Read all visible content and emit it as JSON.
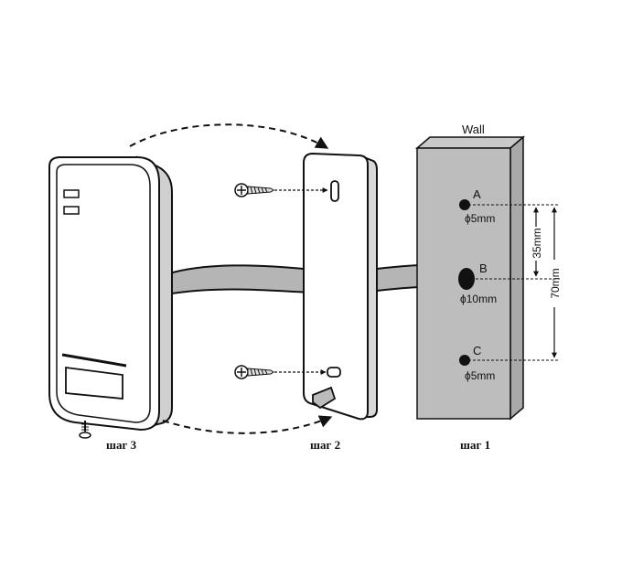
{
  "wall": {
    "label": "Wall"
  },
  "holes": [
    {
      "id": "A",
      "diameter": "ϕ5mm"
    },
    {
      "id": "B",
      "diameter": "ϕ10mm"
    },
    {
      "id": "C",
      "diameter": "ϕ5mm"
    }
  ],
  "dimensions": {
    "short": "35mm",
    "long": "70mm"
  },
  "steps": {
    "step1": "шаг 1",
    "step2": "шаг 2",
    "step3": "шаг 3"
  }
}
